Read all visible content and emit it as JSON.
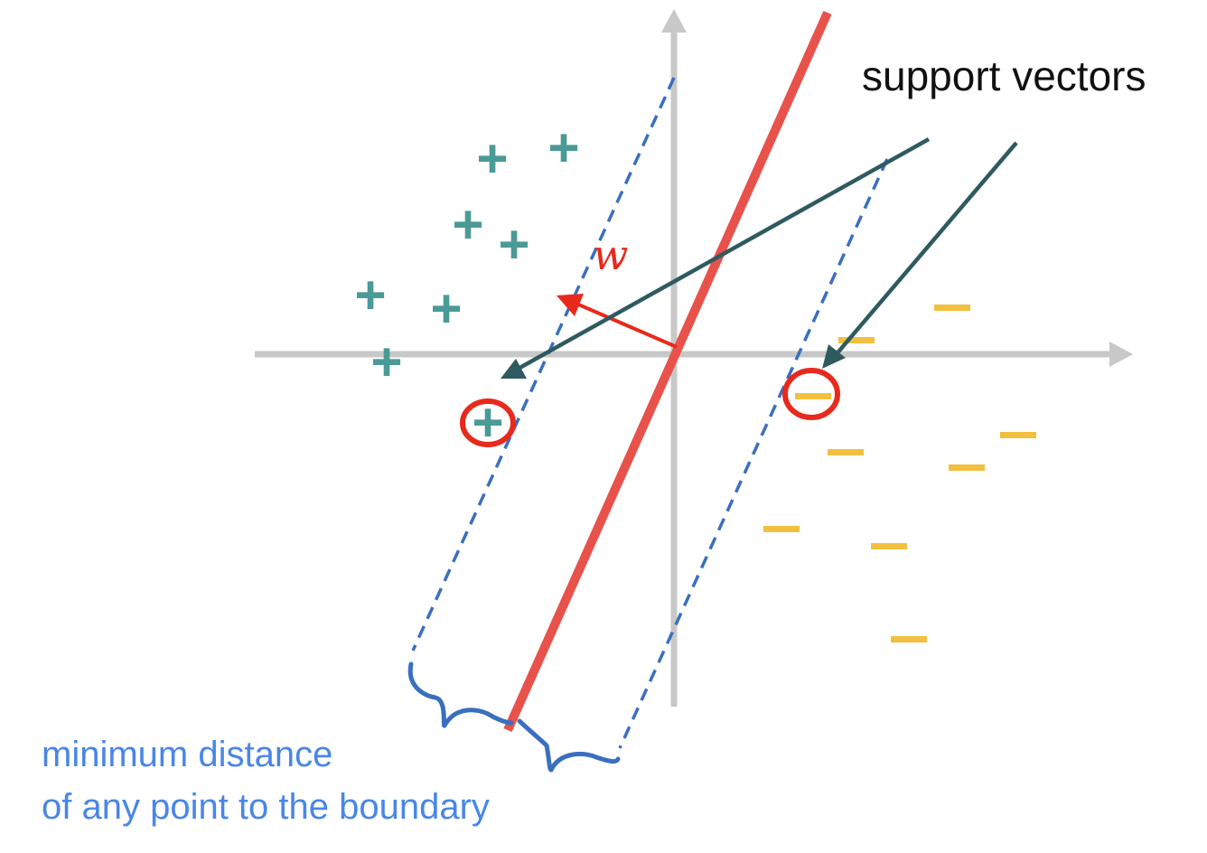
{
  "labels": {
    "support_vectors": "support vectors",
    "weight_vector": "w",
    "margin_line1": "minimum distance",
    "margin_line2": "of any point to the boundary"
  },
  "classes": {
    "positive_symbol": "+",
    "negative_symbol": "−"
  },
  "colors": {
    "axis": "#c8c8c8",
    "boundary": "#e8524a",
    "margin": "#3a6fc0",
    "positive": "#4a9a96",
    "negative": "#f2c03e",
    "support_arrow": "#2e5a60",
    "highlight_circle": "#e8291c",
    "weight_arrow": "#e8291c",
    "margin_text": "#4a86e8"
  }
}
